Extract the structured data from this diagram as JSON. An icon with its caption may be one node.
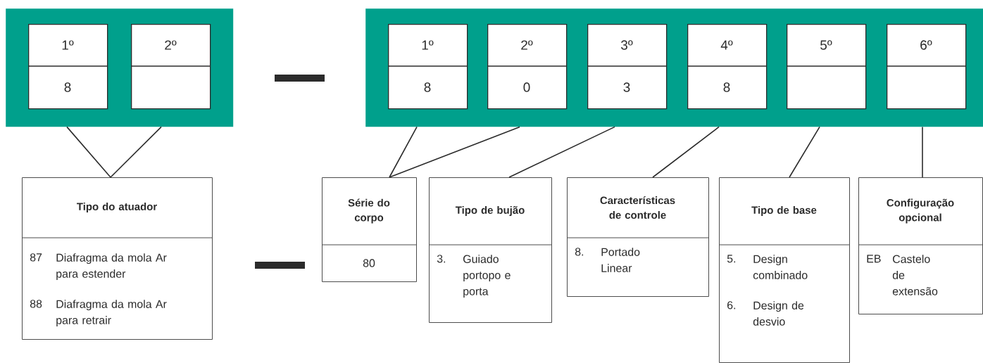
{
  "diagram": {
    "nodes": [
      {
        "text": [],
        "shape": "box"
      },
      {
        "text": [
          "1º",
          "8"
        ],
        "in": 0
      },
      {
        "text": [
          "2º"
        ],
        "in": 0
      },
      {
        "text": [],
        "shape": "box"
      },
      {
        "text": [
          "1º",
          "8"
        ],
        "in": 3
      },
      {
        "text": [
          "2º",
          "0"
        ],
        "in": 3
      },
      {
        "text": [
          "3º",
          "3"
        ],
        "in": 3
      },
      {
        "text": [
          "4º",
          "8"
        ],
        "in": 3
      },
      {
        "text": [
          "5º"
        ],
        "in": 3
      },
      {
        "text": [
          "6º"
        ],
        "in": 3
      },
      {
        "text": [
          "Tipo do atuador",
          "87",
          "Diafragma da mola Ar para estender",
          "88",
          "Diafragma da mola Ar para retrair"
        ]
      },
      {
        "text": [
          "Série do corpo",
          "80"
        ]
      },
      {
        "text": [
          "Tipo de bujão",
          "3.",
          "Guiado portopo e porta"
        ]
      },
      {
        "text": [
          "Características de controle",
          "8.",
          "Portado Linear"
        ]
      },
      {
        "text": [
          "Tipo de base",
          "5.",
          "Design combinado",
          "6.",
          "Design de desvio"
        ]
      },
      {
        "text": [
          "Configuração opcional",
          "EB",
          "Castelo de extensão"
        ]
      }
    ],
    "edges": [
      {
        "from": 0,
        "to": 10,
        "arrow": "none"
      },
      {
        "from": 0,
        "to": 10,
        "arrow": "none"
      },
      {
        "from": 3,
        "to": 11,
        "arrow": "none"
      },
      {
        "from": 3,
        "to": 11,
        "arrow": "none"
      },
      {
        "from": 3,
        "to": 12,
        "arrow": "none"
      },
      {
        "from": 3,
        "to": 13,
        "arrow": "none"
      },
      {
        "from": 3,
        "to": 14,
        "arrow": "none"
      },
      {
        "from": 3,
        "to": 15,
        "arrow": "none"
      }
    ]
  }
}
